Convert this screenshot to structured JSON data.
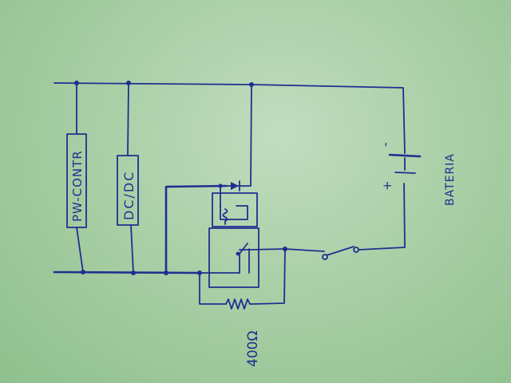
{
  "labels": {
    "pw_controller": "PW-CONTR",
    "dc_dc_converter": "DC/DC",
    "battery_name": "BATERIA",
    "battery_plus": "+",
    "battery_minus": "-",
    "resistor_value": "400Ω"
  },
  "colors": {
    "ink": "#1f2f8f",
    "paper": "#a9cfa6"
  },
  "icons": [
    "diode-icon",
    "coil-icon",
    "resistor-icon",
    "switch-icon",
    "battery-icon",
    "relay-contact-icon"
  ]
}
